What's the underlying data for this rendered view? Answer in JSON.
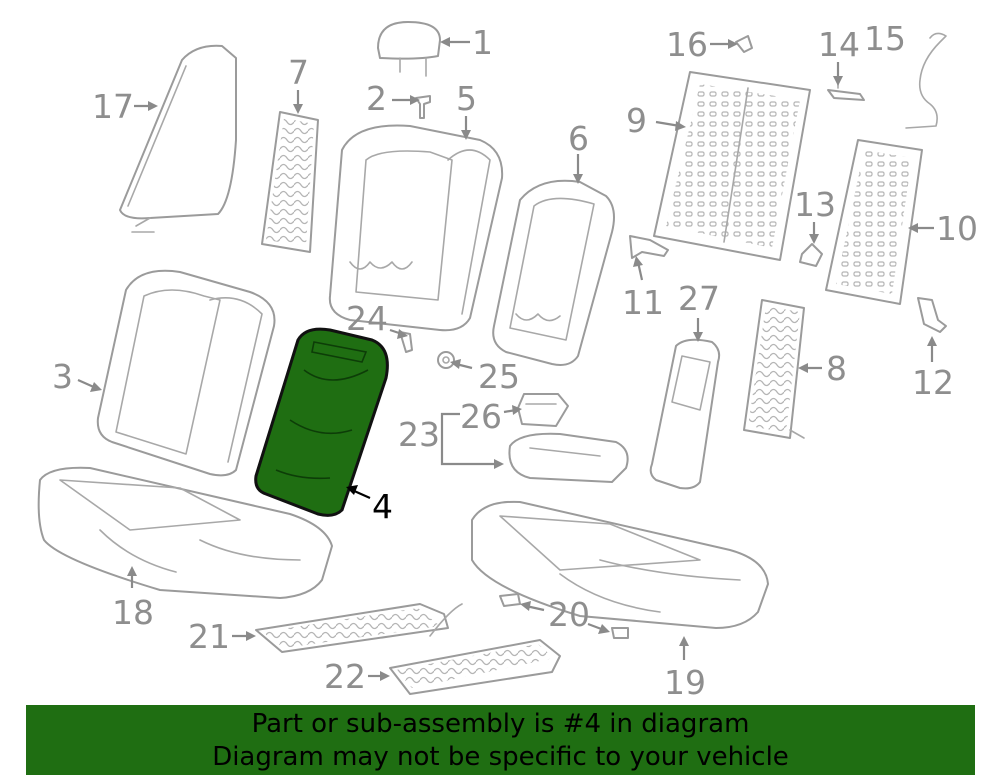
{
  "callouts": {
    "c1": "1",
    "c2": "2",
    "c3": "3",
    "c4": "4",
    "c5": "5",
    "c6": "6",
    "c7": "7",
    "c8": "8",
    "c9": "9",
    "c10": "10",
    "c11": "11",
    "c12": "12",
    "c13": "13",
    "c14": "14",
    "c15": "15",
    "c16": "16",
    "c17": "17",
    "c18": "18",
    "c19": "19",
    "c20": "20",
    "c21": "21",
    "c22": "22",
    "c23": "23",
    "c24": "24",
    "c25": "25",
    "c26": "26",
    "c27": "27"
  },
  "highlighted_part": "4",
  "colors": {
    "highlight": "#1f6e12",
    "line": "#9b9b9b",
    "banner": "#1f6e12"
  },
  "banner": {
    "line1": "Part or sub-assembly is #4 in diagram",
    "line2": "Diagram may not be specific to your vehicle"
  }
}
